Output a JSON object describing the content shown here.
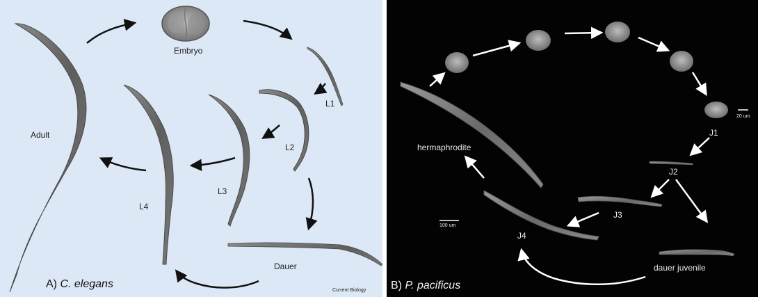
{
  "panel_a": {
    "title_prefix": "A) ",
    "title_species": "C. elegans",
    "credit": "Current Biology",
    "labels": {
      "embryo": "Embryo",
      "l1": "L1",
      "l2": "L2",
      "l3": "L3",
      "l4": "L4",
      "adult": "Adult",
      "dauer": "Dauer"
    },
    "colors": {
      "background": "#dde8f6",
      "worm": "#6e6e6e",
      "arrow": "#111111"
    }
  },
  "panel_b": {
    "title_prefix": "B) ",
    "title_species": "P. pacificus",
    "labels": {
      "j1": "J1",
      "j2": "J2",
      "j3": "J3",
      "j4": "J4",
      "hermaphrodite": "hermaphrodite",
      "dauer_juvenile": "dauer juvenile",
      "scale_20": "20 um",
      "scale_100": "100 um"
    },
    "colors": {
      "background": "#030303",
      "worm": "#8a8a8a",
      "arrow": "#ffffff"
    }
  }
}
